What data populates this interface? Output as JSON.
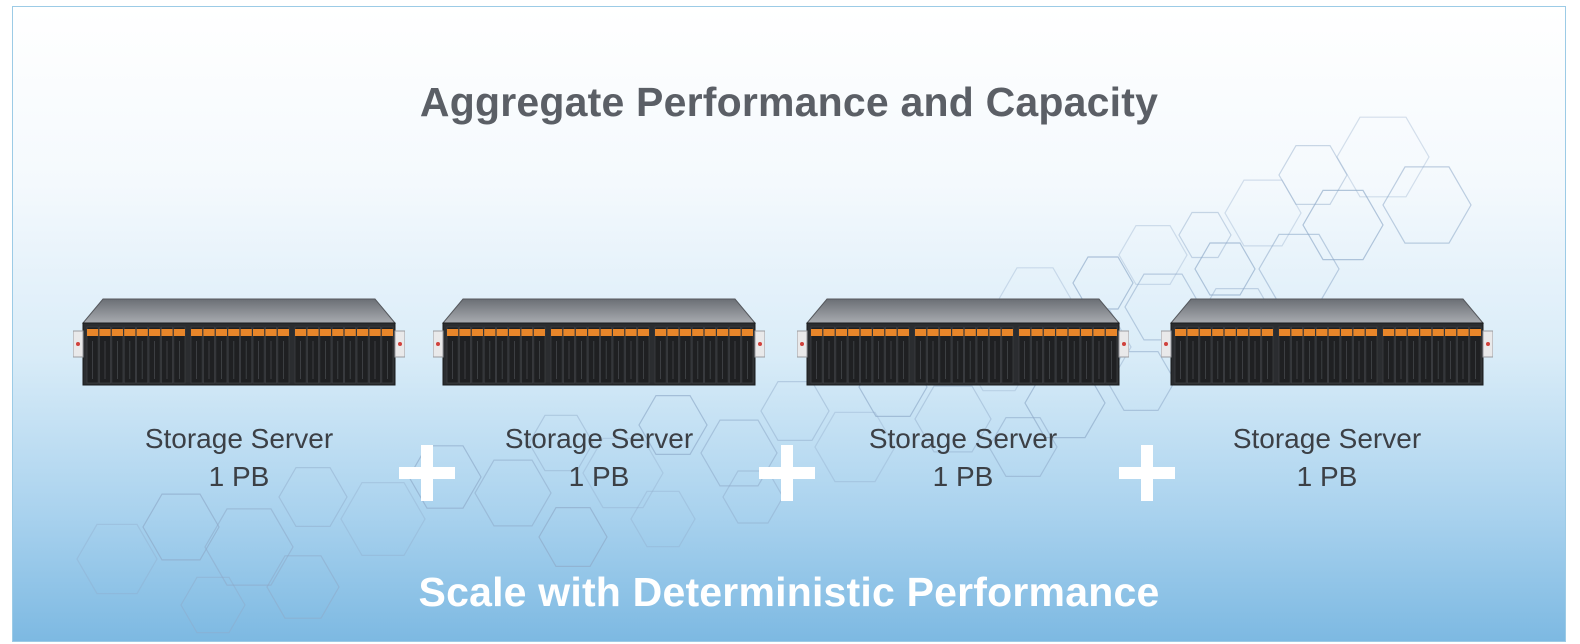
{
  "title": "Aggregate Performance and Capacity",
  "footer": "Scale with Deterministic Performance",
  "servers": [
    {
      "name": "Storage Server",
      "capacity": "1 PB"
    },
    {
      "name": "Storage Server",
      "capacity": "1 PB"
    },
    {
      "name": "Storage Server",
      "capacity": "1 PB"
    },
    {
      "name": "Storage Server",
      "capacity": "1 PB"
    }
  ],
  "operator_symbol": "+",
  "colors": {
    "title": "#5b5f66",
    "footer": "#ffffff",
    "label": "#3c4046",
    "background_top": "#ffffff",
    "background_bottom": "#7db9e2",
    "drive_accent": "#e8862a",
    "hex_line": "#8ea9c8"
  }
}
